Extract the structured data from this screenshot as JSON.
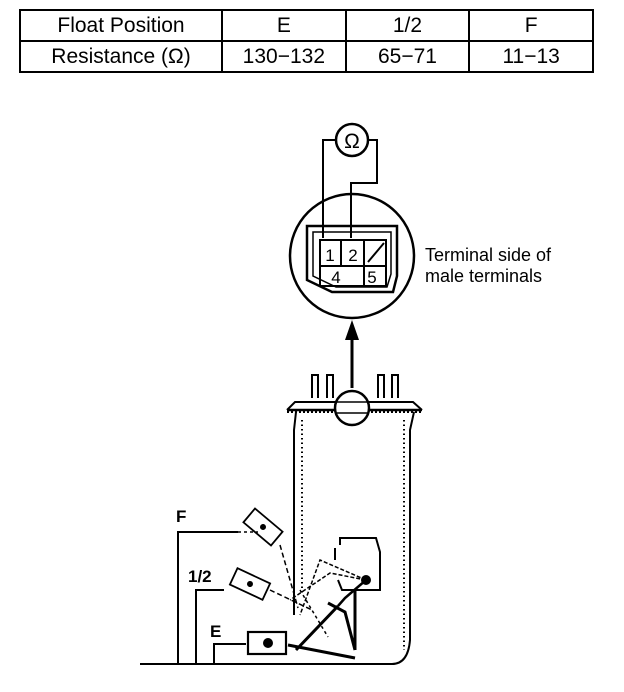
{
  "table": {
    "row1": {
      "header": "Float Position",
      "e": "E",
      "half": "1/2",
      "f": "F"
    },
    "row2": {
      "header": "Resistance (Ω)",
      "e": "130−132",
      "half": "65−71",
      "f": "11−13"
    }
  },
  "diagram": {
    "ohmmeter_symbol": "Ω",
    "connector_pins": [
      "1",
      "2",
      "4",
      "5"
    ],
    "terminal_label_line1": "Terminal side of",
    "terminal_label_line2": "male terminals",
    "level_full": "F",
    "level_half": "1/2",
    "level_empty": "E"
  }
}
